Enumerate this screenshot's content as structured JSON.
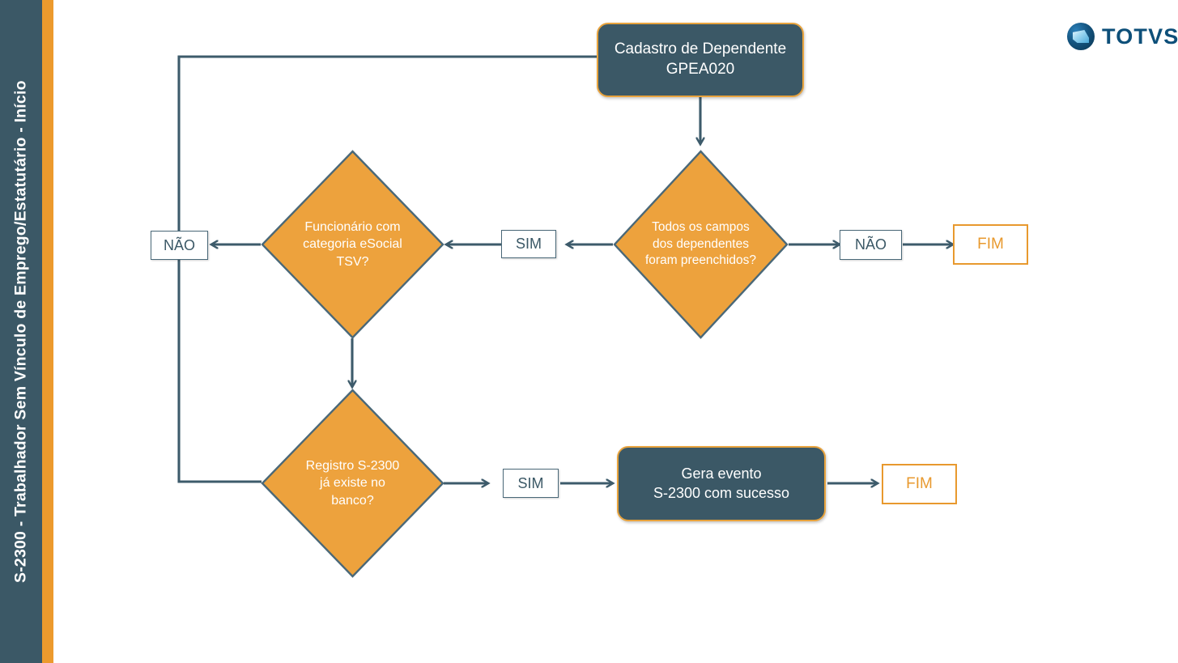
{
  "sidebar": {
    "title": "S-2300 - Trabalhador Sem Vínculo de Emprego/Estatutário - Início",
    "dark_color": "#3b5866",
    "accent_color": "#ec9a2d"
  },
  "brand": {
    "name": "TOTVS",
    "logo_icon": "totvs-circle-logo",
    "text_color": "#0d4f79"
  },
  "palette": {
    "slate": "#3b5866",
    "orange": "#e8992e",
    "orange_light": "#eda23d",
    "connector": "#3d5b6b",
    "white": "#ffffff"
  },
  "chart_data": {
    "type": "diagram",
    "title": "S-2300 - Trabalhador Sem Vínculo de Emprego/Estatutário - Início",
    "nodes": [
      {
        "id": "start",
        "kind": "process",
        "label": "Cadastro de Dependente\nGPEA020",
        "line1": "Cadastro de Dependente",
        "line2": "GPEA020"
      },
      {
        "id": "d_campos",
        "kind": "decision",
        "label": "Todos os campos dos dependentes foram preenchidos?",
        "line1": "Todos os campos",
        "line2": "dos dependentes",
        "line3": "foram preenchidos?"
      },
      {
        "id": "d_categoria",
        "kind": "decision",
        "label": "Funcionário com categoria eSocial TSV?",
        "line1": "Funcionário com",
        "line2": "categoria eSocial",
        "line3": "TSV?"
      },
      {
        "id": "d_registro",
        "kind": "decision",
        "label": "Registro S-2300 já existe no banco?",
        "line1": "Registro S-2300",
        "line2": "já existe no",
        "line3": "banco?"
      },
      {
        "id": "gera",
        "kind": "process",
        "label": "Gera evento S-2300 com sucesso",
        "line1": "Gera evento",
        "line2": "S-2300 com sucesso"
      },
      {
        "id": "fim_top",
        "kind": "terminal",
        "label": "FIM"
      },
      {
        "id": "fim_bottom",
        "kind": "terminal",
        "label": "FIM"
      },
      {
        "id": "tag_sim_top",
        "kind": "tag",
        "label": "SIM"
      },
      {
        "id": "tag_nao_left",
        "kind": "tag",
        "label": "NÃO"
      },
      {
        "id": "tag_nao_right",
        "kind": "tag",
        "label": "NÃO"
      },
      {
        "id": "tag_sim_bottom",
        "kind": "tag",
        "label": "SIM"
      }
    ],
    "edges": [
      {
        "from": "start",
        "to": "d_campos",
        "label": ""
      },
      {
        "from": "d_campos",
        "to": "tag_sim_top",
        "label": "SIM"
      },
      {
        "from": "tag_sim_top",
        "to": "d_categoria",
        "label": ""
      },
      {
        "from": "d_campos",
        "to": "tag_nao_right",
        "label": "NÃO"
      },
      {
        "from": "tag_nao_right",
        "to": "fim_top",
        "label": ""
      },
      {
        "from": "d_categoria",
        "to": "tag_nao_left",
        "label": "NÃO"
      },
      {
        "from": "tag_nao_left",
        "to": "start",
        "label": "loop back to start"
      },
      {
        "from": "d_categoria",
        "to": "d_registro",
        "label": ""
      },
      {
        "from": "d_registro",
        "to": "tag_sim_bottom",
        "label": "SIM"
      },
      {
        "from": "tag_sim_bottom",
        "to": "gera",
        "label": ""
      },
      {
        "from": "gera",
        "to": "fim_bottom",
        "label": ""
      },
      {
        "from": "d_registro",
        "to": "start",
        "label": "loop back to start"
      }
    ]
  }
}
